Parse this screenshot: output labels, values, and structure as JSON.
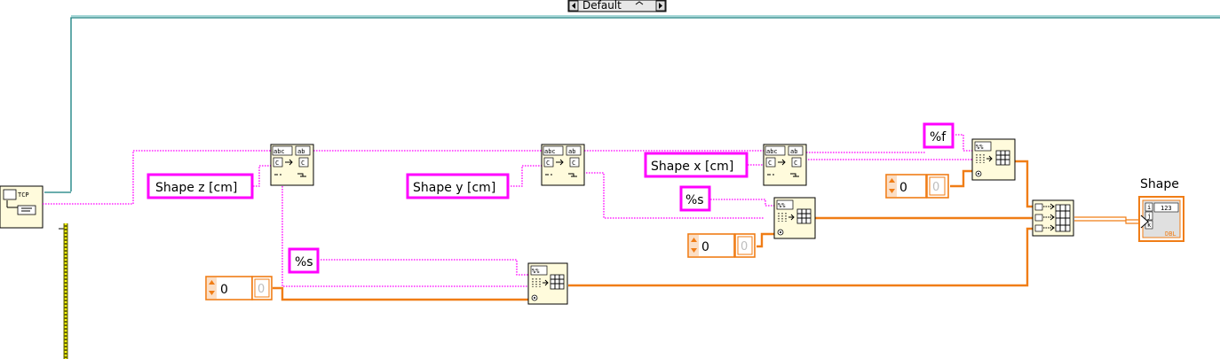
{
  "case_selector": {
    "label": "Default"
  },
  "string_constants": {
    "shape_z": "Shape z [cm]",
    "shape_y": "Shape y [cm]",
    "shape_x": "Shape x [cm]",
    "format_s_mid": "%s",
    "format_s_low": "%s",
    "format_f": "%f"
  },
  "numeric_constants": {
    "n1": {
      "value": "0",
      "ghost": "0"
    },
    "n2": {
      "value": "0",
      "ghost": "0"
    },
    "n3": {
      "value": "0",
      "ghost": "0"
    }
  },
  "tcp_node": {
    "label": "TCP"
  },
  "indicator": {
    "label": "Shape",
    "type_tag": "123",
    "dbl_tag": "DBL",
    "index_labels": [
      "i",
      "j",
      "k"
    ]
  }
}
